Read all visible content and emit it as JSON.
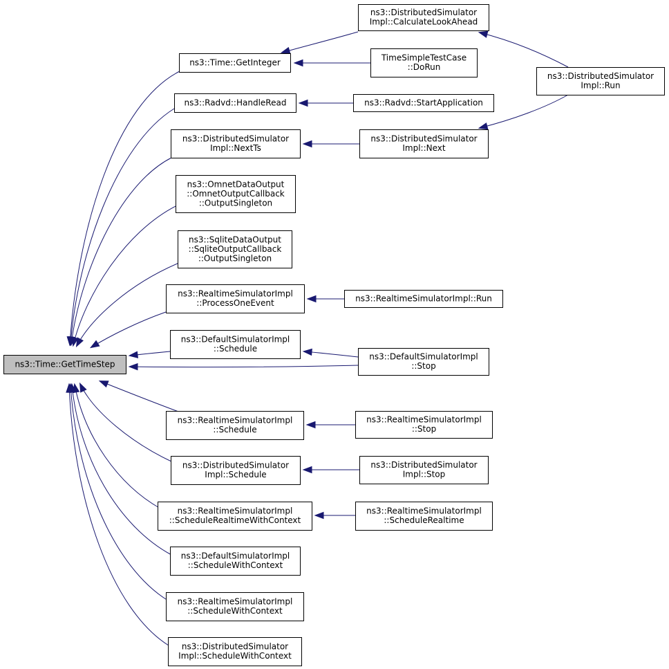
{
  "graph": {
    "edge_color": "#191970",
    "root_fill": "#bfbfbf",
    "nodes": [
      {
        "id": "root",
        "lines": [
          "ns3::Time::GetTimeStep"
        ],
        "root": true
      },
      {
        "id": "getinteger",
        "lines": [
          "ns3::Time::GetInteger"
        ]
      },
      {
        "id": "radvdhandleread",
        "lines": [
          "ns3::Radvd::HandleRead"
        ]
      },
      {
        "id": "dsnextts",
        "lines": [
          "ns3::DistributedSimulator",
          "Impl::NextTs"
        ]
      },
      {
        "id": "omnet",
        "lines": [
          "ns3::OmnetDataOutput",
          "::OmnetOutputCallback",
          "::OutputSingleton"
        ]
      },
      {
        "id": "sqlite",
        "lines": [
          "ns3::SqliteDataOutput",
          "::SqliteOutputCallback",
          "::OutputSingleton"
        ]
      },
      {
        "id": "rtprocessone",
        "lines": [
          "ns3::RealtimeSimulatorImpl",
          "::ProcessOneEvent"
        ]
      },
      {
        "id": "defschedule",
        "lines": [
          "ns3::DefaultSimulatorImpl",
          "::Schedule"
        ]
      },
      {
        "id": "rtschedule",
        "lines": [
          "ns3::RealtimeSimulatorImpl",
          "::Schedule"
        ]
      },
      {
        "id": "dsschedule",
        "lines": [
          "ns3::DistributedSimulator",
          "Impl::Schedule"
        ]
      },
      {
        "id": "rtschedrtctx",
        "lines": [
          "ns3::RealtimeSimulatorImpl",
          "::ScheduleRealtimeWithContext"
        ]
      },
      {
        "id": "defschedctx",
        "lines": [
          "ns3::DefaultSimulatorImpl",
          "::ScheduleWithContext"
        ]
      },
      {
        "id": "rtschedctx",
        "lines": [
          "ns3::RealtimeSimulatorImpl",
          "::ScheduleWithContext"
        ]
      },
      {
        "id": "dsschedctx",
        "lines": [
          "ns3::DistributedSimulator",
          "Impl::ScheduleWithContext"
        ]
      },
      {
        "id": "dscalclook",
        "lines": [
          "ns3::DistributedSimulator",
          "Impl::CalculateLookAhead"
        ]
      },
      {
        "id": "timesimpletest",
        "lines": [
          "TimeSimpleTestCase",
          "::DoRun"
        ]
      },
      {
        "id": "radvdstart",
        "lines": [
          "ns3::Radvd::StartApplication"
        ]
      },
      {
        "id": "dsnext",
        "lines": [
          "ns3::DistributedSimulator",
          "Impl::Next"
        ]
      },
      {
        "id": "rtrun",
        "lines": [
          "ns3::RealtimeSimulatorImpl::Run"
        ]
      },
      {
        "id": "defstop",
        "lines": [
          "ns3::DefaultSimulatorImpl",
          "::Stop"
        ]
      },
      {
        "id": "rtstop",
        "lines": [
          "ns3::RealtimeSimulatorImpl",
          "::Stop"
        ]
      },
      {
        "id": "dsstop",
        "lines": [
          "ns3::DistributedSimulator",
          "Impl::Stop"
        ]
      },
      {
        "id": "rtschedrt",
        "lines": [
          "ns3::RealtimeSimulatorImpl",
          "::ScheduleRealtime"
        ]
      },
      {
        "id": "dsrun",
        "lines": [
          "ns3::DistributedSimulator",
          "Impl::Run"
        ]
      }
    ],
    "edges": [
      {
        "from": "getinteger",
        "to": "root"
      },
      {
        "from": "radvdhandleread",
        "to": "root"
      },
      {
        "from": "dsnextts",
        "to": "root"
      },
      {
        "from": "omnet",
        "to": "root"
      },
      {
        "from": "sqlite",
        "to": "root"
      },
      {
        "from": "rtprocessone",
        "to": "root"
      },
      {
        "from": "defschedule",
        "to": "root"
      },
      {
        "from": "defstop",
        "to": "root"
      },
      {
        "from": "rtschedule",
        "to": "root"
      },
      {
        "from": "dsschedule",
        "to": "root"
      },
      {
        "from": "rtschedrtctx",
        "to": "root"
      },
      {
        "from": "defschedctx",
        "to": "root"
      },
      {
        "from": "rtschedctx",
        "to": "root"
      },
      {
        "from": "dsschedctx",
        "to": "root"
      },
      {
        "from": "dscalclook",
        "to": "getinteger"
      },
      {
        "from": "timesimpletest",
        "to": "getinteger"
      },
      {
        "from": "radvdstart",
        "to": "radvdhandleread"
      },
      {
        "from": "dsnext",
        "to": "dsnextts"
      },
      {
        "from": "rtrun",
        "to": "rtprocessone"
      },
      {
        "from": "defstop",
        "to": "defschedule"
      },
      {
        "from": "rtstop",
        "to": "rtschedule"
      },
      {
        "from": "dsstop",
        "to": "dsschedule"
      },
      {
        "from": "rtschedrt",
        "to": "rtschedrtctx"
      },
      {
        "from": "dsrun",
        "to": "dscalclook"
      },
      {
        "from": "dsrun",
        "to": "dsnext"
      }
    ]
  }
}
